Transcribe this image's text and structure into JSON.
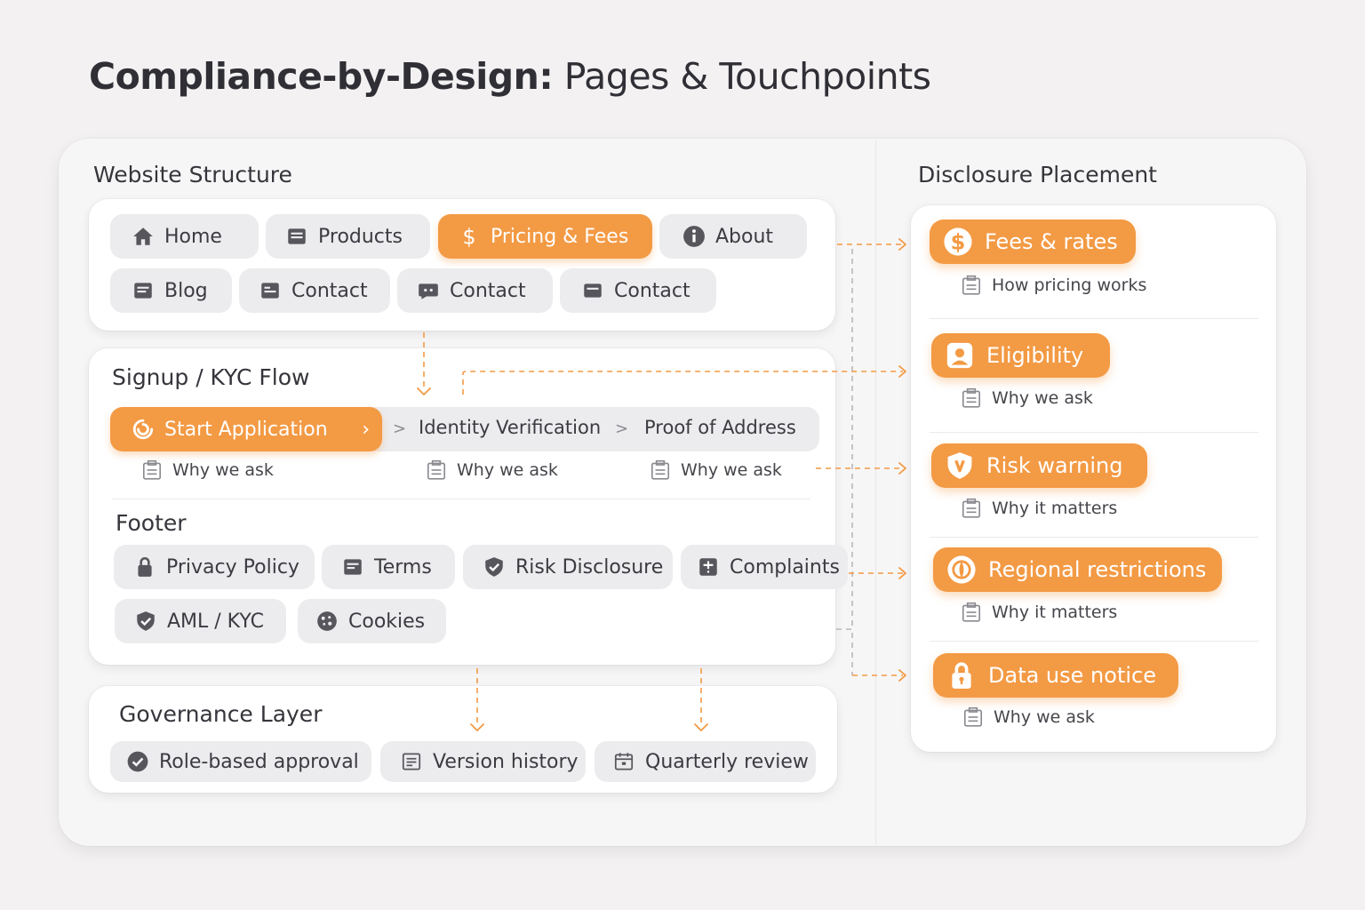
{
  "title": {
    "bold": "Compliance-by-Design:",
    "rest": " Pages & Touchpoints"
  },
  "website_structure": {
    "label": "Website Structure",
    "nav": [
      {
        "label": "Home",
        "icon": "home-icon"
      },
      {
        "label": "Products",
        "icon": "card-icon"
      },
      {
        "label": "Pricing & Fees",
        "icon": "dollar-icon",
        "highlight": true
      },
      {
        "label": "About",
        "icon": "info-icon"
      },
      {
        "label": "Blog",
        "icon": "doc-icon"
      },
      {
        "label": "Contact",
        "icon": "doc-icon"
      },
      {
        "label": "Contact",
        "icon": "chat-icon"
      },
      {
        "label": "Contact",
        "icon": "card-icon"
      }
    ]
  },
  "signup": {
    "label": "Signup / KYC Flow",
    "steps": [
      "Start Application",
      "Identity Verification",
      "Proof of Address"
    ],
    "why": [
      "Why we ask",
      "Why we ask",
      "Why we ask"
    ]
  },
  "footer": {
    "label": "Footer",
    "links": [
      "Privacy Policy",
      "Terms",
      "Risk Disclosure",
      "Complaints",
      "AML / KYC",
      "Cookies"
    ]
  },
  "governance": {
    "label": "Governance Layer",
    "items": [
      "Role-based approval",
      "Version history",
      "Quarterly review"
    ]
  },
  "disclosure": {
    "label": "Disclosure Placement",
    "items": [
      {
        "label": "Fees & rates",
        "note": "How pricing works",
        "icon": "dollar-icon"
      },
      {
        "label": "Eligibility",
        "note": "Why we ask",
        "icon": "person-icon"
      },
      {
        "label": "Risk warning",
        "note": "Why it matters",
        "icon": "shield-icon"
      },
      {
        "label": "Regional restrictions",
        "note": "Why it matters",
        "icon": "globe-icon"
      },
      {
        "label": "Data use notice",
        "note": "Why we ask",
        "icon": "lock-icon"
      }
    ]
  },
  "colors": {
    "accent": "#f39a44",
    "chip": "#ececee",
    "text": "#3a3a3f",
    "background": "#f3f1f2"
  }
}
